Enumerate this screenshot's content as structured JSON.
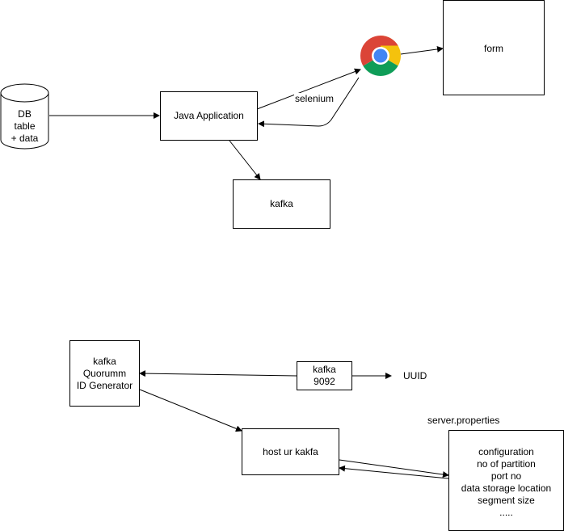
{
  "top": {
    "db": {
      "lines": "DB\ntable\n+ data"
    },
    "java_app": {
      "label": "Java Application"
    },
    "kafka": {
      "label": "kafka"
    },
    "form": {
      "label": "form"
    },
    "selenium": {
      "label": "selenium"
    },
    "browser_icon": "chrome-icon"
  },
  "bottom": {
    "quorum": {
      "lines": "kafka\nQuorumm\nID Generator"
    },
    "kafka_port": {
      "lines": "kafka\n9092"
    },
    "uuid": {
      "label": "UUID"
    },
    "host": {
      "label": "host ur kakfa"
    },
    "server_properties": {
      "label": "server.properties"
    },
    "config": {
      "lines": "configuration\nno of partition\nport no\ndata storage location\nsegment size\n....."
    }
  },
  "colors": {
    "stroke": "#000000",
    "chrome_red": "#db4437",
    "chrome_yellow": "#f4c20d",
    "chrome_green": "#0f9d58",
    "chrome_blue": "#4285f4"
  }
}
